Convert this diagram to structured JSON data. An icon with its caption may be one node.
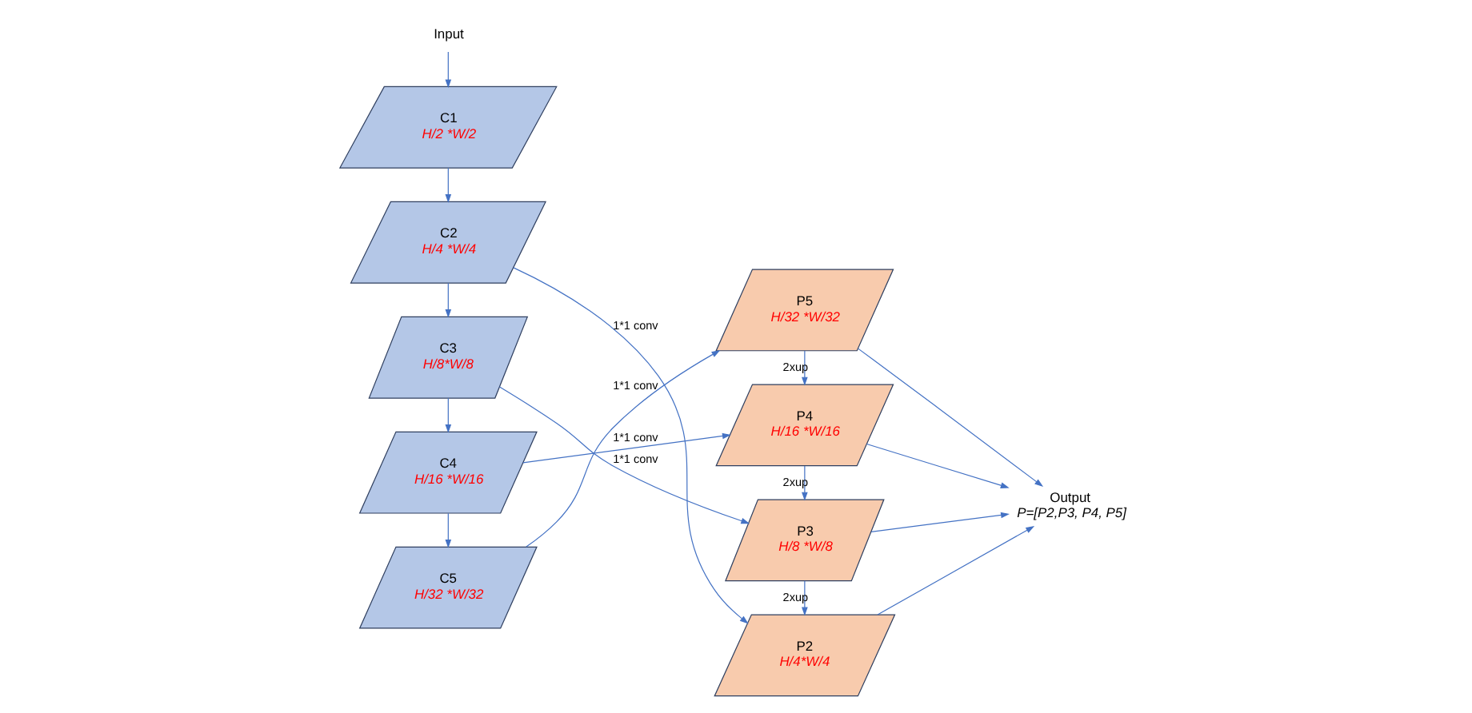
{
  "diagram": {
    "nodes": [
      {
        "text": [
          "Input"
        ]
      },
      {
        "text": [
          "C1",
          "H/2 *W/2"
        ]
      },
      {
        "text": [
          "C2",
          "H/4 *W/4"
        ]
      },
      {
        "text": [
          "C3",
          "H/8*W/8"
        ]
      },
      {
        "text": [
          "C4",
          "H/16 *W/16"
        ]
      },
      {
        "text": [
          "C5",
          "H/32 *W/32"
        ]
      },
      {
        "text": [
          "P5",
          "H/32 *W/32"
        ]
      },
      {
        "text": [
          "P4",
          "H/16 *W/16"
        ]
      },
      {
        "text": [
          "P3",
          "H/8 *W/8"
        ]
      },
      {
        "text": [
          "P2",
          "H/4*W/4"
        ]
      },
      {
        "text": [
          "Output",
          "P=[P2,P3, P4, P5]"
        ]
      }
    ],
    "edges": [
      {
        "from": 0,
        "to": 1,
        "arrow": "to"
      },
      {
        "from": 1,
        "to": 2,
        "arrow": "to"
      },
      {
        "from": 2,
        "to": 3,
        "arrow": "to"
      },
      {
        "from": 3,
        "to": 4,
        "arrow": "to"
      },
      {
        "from": 4,
        "to": 5,
        "arrow": "to"
      },
      {
        "from": 5,
        "to": 6,
        "label": "1*1 conv",
        "arrow": "to"
      },
      {
        "from": 4,
        "to": 7,
        "label": "1*1 conv",
        "arrow": "to"
      },
      {
        "from": 6,
        "to": 7,
        "label": "2xup",
        "arrow": "to"
      },
      {
        "from": 3,
        "to": 8,
        "label": "1*1 conv",
        "arrow": "to"
      },
      {
        "from": 7,
        "to": 8,
        "label": "2xup",
        "arrow": "to"
      },
      {
        "from": 2,
        "to": 9,
        "label": "1*1 conv",
        "arrow": "to"
      },
      {
        "from": 8,
        "to": 9,
        "label": "2xup",
        "arrow": "to"
      },
      {
        "from": 6,
        "to": 10,
        "arrow": "to"
      },
      {
        "from": 7,
        "to": 10,
        "arrow": "to"
      },
      {
        "from": 8,
        "to": 10,
        "arrow": "to"
      },
      {
        "from": 9,
        "to": 10,
        "arrow": "to"
      }
    ]
  }
}
